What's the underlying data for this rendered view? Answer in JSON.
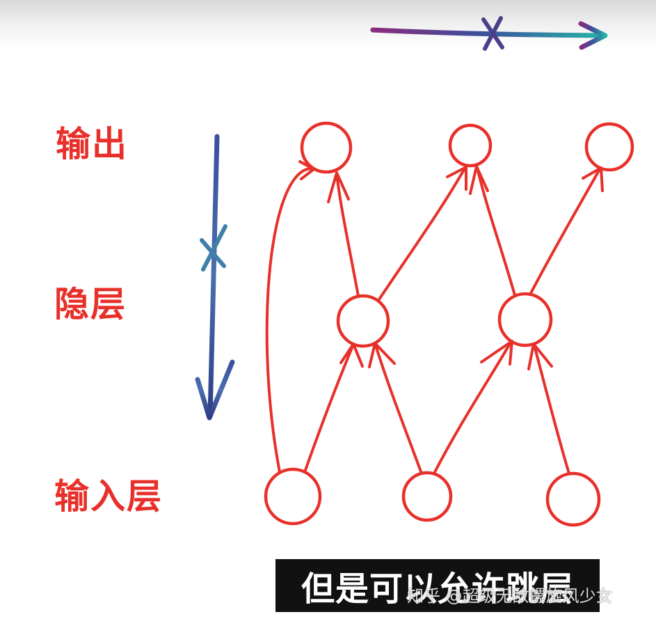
{
  "layers": {
    "output": "输出",
    "hidden": "隐层",
    "input": "输入层"
  },
  "caption": "但是可以允许跳层",
  "watermark": "知乎 @超级无敌螺旋风少女",
  "colors": {
    "ink_red": "#e8302a",
    "arrow_purple": "#7a2f8c",
    "arrow_teal": "#2aa6a0",
    "arrow_navy": "#2e3f8a",
    "cross_teal": "#3f7fa8",
    "caption_bg": "#111111"
  },
  "icons": {
    "forbidden_horizontal": "crossed-out-right-arrow",
    "forbidden_downward": "crossed-out-down-arrow"
  }
}
